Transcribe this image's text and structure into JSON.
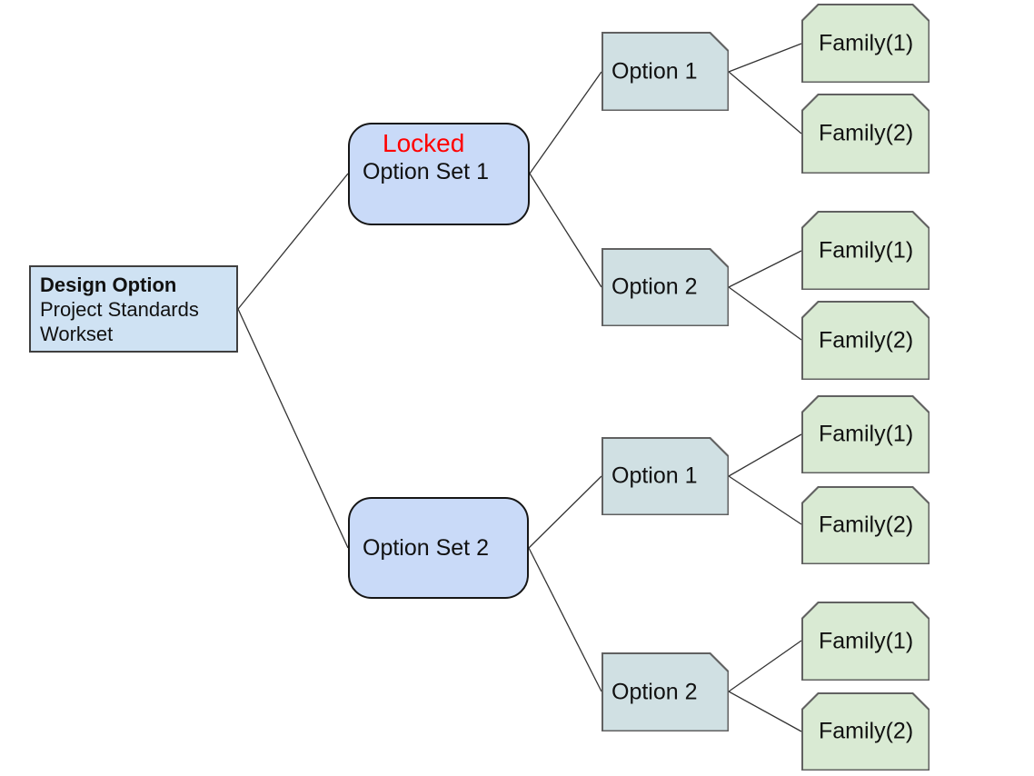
{
  "diagram": {
    "root": {
      "title": "Design Option",
      "line2": "Project Standards",
      "line3": "Workset"
    },
    "branches": [
      {
        "set_label": "Option Set 1",
        "status": "Locked",
        "options": [
          {
            "label": "Option 1",
            "families": [
              "Family(1)",
              "Family(2)"
            ]
          },
          {
            "label": "Option 2",
            "families": [
              "Family(1)",
              "Family(2)"
            ]
          }
        ]
      },
      {
        "set_label": "Option Set 2",
        "status": "",
        "options": [
          {
            "label": "Option 1",
            "families": [
              "Family(1)",
              "Family(2)"
            ]
          },
          {
            "label": "Option 2",
            "families": [
              "Family(1)",
              "Family(2)"
            ]
          }
        ]
      }
    ],
    "colors": {
      "root_fill": "#cfe2f3",
      "set_fill": "#c9daf8",
      "option_fill": "#d0e0e3",
      "family_fill": "#d9ead3",
      "locked_text": "#ff0000",
      "border_gray": "#616161",
      "connector": "#333333",
      "text": "#111111"
    }
  }
}
